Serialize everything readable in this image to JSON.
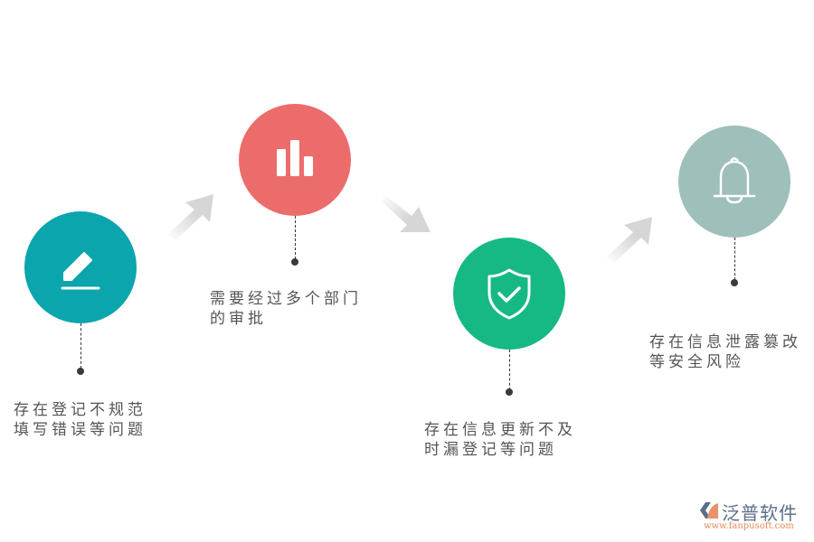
{
  "steps": [
    {
      "icon": "pencil-icon",
      "color": "#0ba5ae",
      "label_line1": "存在登记不规范",
      "label_line2": "填写错误等问题"
    },
    {
      "icon": "bar-chart-icon",
      "color": "#ec6c6c",
      "label_line1": "需要经过多个部门",
      "label_line2": "的审批"
    },
    {
      "icon": "shield-check-icon",
      "color": "#16b886",
      "label_line1": "存在信息更新不及",
      "label_line2": "时漏登记等问题"
    },
    {
      "icon": "bell-icon",
      "color": "#9ebfba",
      "label_line1": "存在信息泄露篡改",
      "label_line2": "等安全风险"
    }
  ],
  "arrows": [
    {
      "direction": "up-right",
      "color": "#d4d4d4"
    },
    {
      "direction": "down-right",
      "color": "#d4d4d4"
    },
    {
      "direction": "up-right",
      "color": "#d4d4d4"
    }
  ],
  "logo": {
    "name": "泛普软件",
    "url": "www.fanpusoft.com"
  }
}
